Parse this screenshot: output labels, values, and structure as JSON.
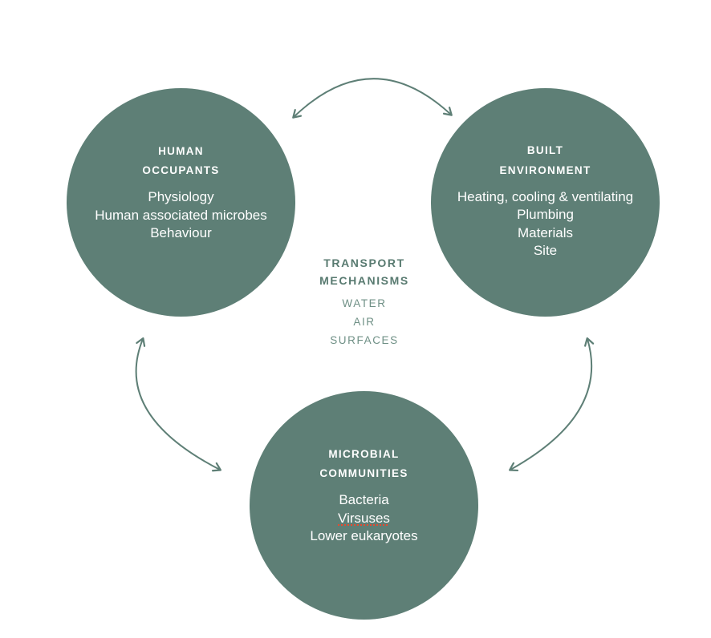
{
  "palette": {
    "circle_fill": "#5e7f76",
    "arrow_stroke": "#5e7f76",
    "center_title_color": "#587a70",
    "center_item_color": "#6f9086",
    "circle_text_color": "#ffffff",
    "misspelling_underline": "#e8492e"
  },
  "nodes": {
    "human_occupants": {
      "title_line1": "HUMAN",
      "title_line2": "OCCUPANTS",
      "items": [
        "Physiology",
        "Human associated microbes",
        "Behaviour"
      ]
    },
    "built_environment": {
      "title_line1": "BUILT",
      "title_line2": "ENVIRONMENT",
      "items": [
        "Heating, cooling & ventilating",
        "Plumbing",
        "Materials",
        "Site"
      ]
    },
    "microbial_communities": {
      "title_line1": "MICROBIAL",
      "title_line2": "COMMUNITIES",
      "items": [
        "Bacteria",
        "Virsuses",
        "Lower eukaryotes"
      ]
    }
  },
  "center": {
    "title_line1": "TRANSPORT",
    "title_line2": "MECHANISMS",
    "items": [
      "WATER",
      "AIR",
      "SURFACES"
    ]
  }
}
